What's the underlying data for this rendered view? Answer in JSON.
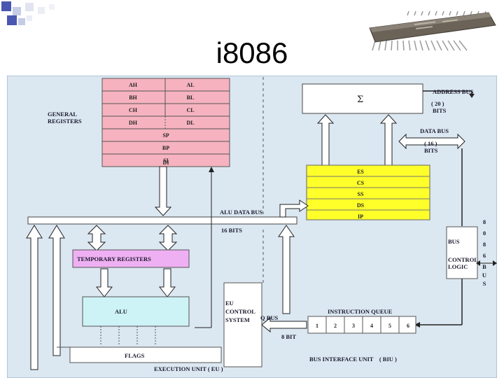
{
  "slide": {
    "title": "i8086"
  },
  "diagram": {
    "general_registers_label": [
      "GENERAL",
      "REGISTERS"
    ],
    "register_pairs": [
      [
        "AH",
        "AL"
      ],
      [
        "BH",
        "BL"
      ],
      [
        "CH",
        "CL"
      ],
      [
        "DH",
        "DL"
      ]
    ],
    "pointer_registers": [
      "SP",
      "BP",
      "SI",
      "DI"
    ],
    "sigma": "Σ",
    "address_bus": [
      "ADDRESS BUS",
      "( 20 )",
      "BITS"
    ],
    "data_bus": [
      "DATA BUS",
      "( 16 )",
      "BITS"
    ],
    "segment_registers": [
      "ES",
      "CS",
      "SS",
      "DS",
      "IP"
    ],
    "alu_data_bus": [
      "ALU DATA BUS",
      "16 BITS"
    ],
    "temporary_registers": "TEMPORARY REGISTERS",
    "alu": "ALU",
    "flags": "FLAGS",
    "eu_control": [
      "EU",
      "CONTROL",
      "SYSTEM"
    ],
    "q_bus": "Q BUS",
    "eight_bit": "8 BIT",
    "instruction_queue": "INSTRUCTION QUEUE",
    "queue_cells": [
      "1",
      "2",
      "3",
      "4",
      "5",
      "6"
    ],
    "bus_control": [
      "BUS",
      "CONTROL",
      "LOGIC"
    ],
    "bus_8086": [
      "8",
      "0",
      "8",
      "6"
    ],
    "bus_word": [
      "B",
      "U",
      "S"
    ],
    "execution_unit": "EXECUTION UNIT ( EU )",
    "bus_interface_unit": "BUS INTERFACE UNIT    ( BIU )"
  },
  "colors": {
    "background": "#dbe7f1",
    "general_registers": "#f6b3bf",
    "segment_registers": "#ffff2a",
    "temporary_registers": "#efb0f3",
    "alu": "#cdf3f7",
    "bullet_squares": "#4a57b0"
  },
  "icons": {
    "chip": "ic-chip-photo"
  }
}
